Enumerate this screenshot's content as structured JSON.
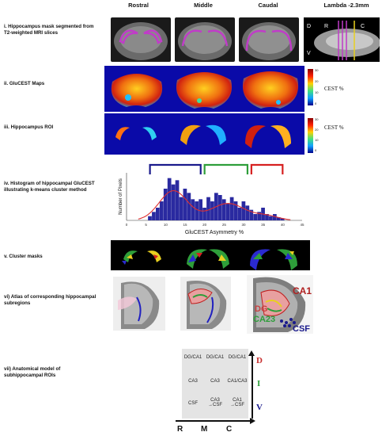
{
  "column_headers": {
    "rostral": "Rostral",
    "middle": "Middle",
    "caudal": "Caudal",
    "lambda": "Lambda -2.3mm"
  },
  "rows": {
    "r1": "i. Hippocampus mask segmented from T2-weighted MRI slices",
    "r2": "ii. GluCEST Maps",
    "r3": "iii. Hippocampus ROI",
    "r4": "iv. Histogram of hippocampal GluCEST illustrating k-means cluster method",
    "r5": "v. Cluster masks",
    "r6": "vi) Atlas of corresponding hippocampal subregions",
    "r7": "vii) Anatomical model of subhippocampal ROIs"
  },
  "sagittal_labels": {
    "d": "D",
    "r": "R",
    "c": "C",
    "v": "V"
  },
  "cest_label": "CEST %",
  "colorbar_ticks": [
    "30",
    "20",
    "10",
    "0"
  ],
  "colors": {
    "cluster_low": "#1a1a8c",
    "cluster_mid": "#2e9e3a",
    "cluster_high": "#d62020",
    "fit_line": "#e03030",
    "bar": "#2a2aa0",
    "mask": "#c03cc8"
  },
  "chart_data": {
    "type": "bar",
    "xlabel": "GluCEST Asymmetry %",
    "ylabel": "Number of Pixels",
    "xlim": [
      0,
      45
    ],
    "xticks": [
      "0",
      "5",
      "10",
      "15",
      "20",
      "25",
      "30",
      "35",
      "40",
      "45"
    ],
    "bin_centers": [
      6,
      7,
      8,
      9,
      10,
      11,
      12,
      13,
      14,
      15,
      16,
      17,
      18,
      19,
      20,
      21,
      22,
      23,
      24,
      25,
      26,
      27,
      28,
      29,
      30,
      31,
      32,
      33,
      34,
      35,
      36,
      37,
      38,
      39,
      40
    ],
    "values": [
      4,
      8,
      12,
      18,
      30,
      40,
      34,
      38,
      22,
      30,
      26,
      20,
      18,
      20,
      12,
      22,
      18,
      26,
      24,
      20,
      16,
      22,
      18,
      12,
      18,
      14,
      10,
      6,
      8,
      12,
      6,
      4,
      6,
      3,
      2
    ],
    "clusters": [
      {
        "range": [
          6,
          19
        ],
        "color": "#1a1a8c"
      },
      {
        "range": [
          20,
          31
        ],
        "color": "#2e9e3a"
      },
      {
        "range": [
          32,
          40
        ],
        "color": "#d62020"
      }
    ]
  },
  "atlas_labels": {
    "ca1": "CA1",
    "dg": "DG",
    "ca23": "CA23",
    "csf": "CSF"
  },
  "model_grid": [
    [
      "DG/CA1",
      "DG/CA1",
      "DG/CA1"
    ],
    [
      "CA3",
      "CA3",
      "CA1/CA3"
    ],
    [
      "CSF",
      "CA3 →CSF",
      "CA1 →CSF"
    ]
  ],
  "axis_dvi": {
    "d": "D",
    "i": "I",
    "v": "V"
  },
  "axis_rmc": {
    "r": "R",
    "m": "M",
    "c": "C"
  }
}
